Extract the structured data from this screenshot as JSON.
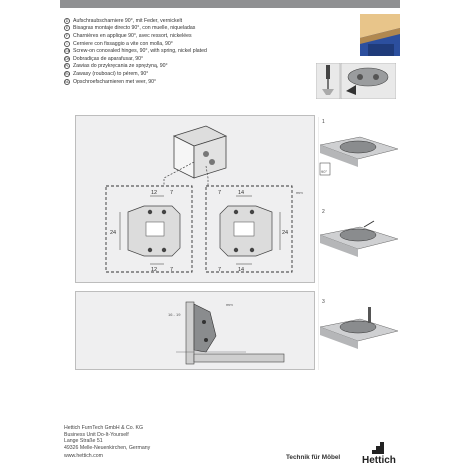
{
  "header": {
    "languages": [
      {
        "code": "D",
        "text": "Aufschraubscharniere 90°, mit Feder, vernickelt"
      },
      {
        "code": "E",
        "text": "Bisagras montaje directo 90°, con muelle, niqueladas"
      },
      {
        "code": "F",
        "text": "Charnières en applique 90°, avec ressort, nickelées"
      },
      {
        "code": "I",
        "text": "Cerniere con fissaggio a vite con molla, 90°"
      },
      {
        "code": "GB",
        "text": "Screw-on concealed hinges, 90°, with spring, nickel plated"
      },
      {
        "code": "DK",
        "text": "Dobradiças de aparafusar, 90°"
      },
      {
        "code": "PL",
        "text": "Zawias do przykręcania ze sprężyną, 90°"
      },
      {
        "code": "RU",
        "text": "Zawasy (rouboaci) to pérem, 90°"
      },
      {
        "code": "NL",
        "text": "Opschroefscharnieren met veer, 90°"
      }
    ]
  },
  "diagram": {
    "unit": "mm",
    "dims": {
      "d12a": "12",
      "d7a": "7",
      "d24a": "24",
      "d12b": "12",
      "d7b": "7",
      "d7c": "7",
      "d14a": "14",
      "d24b": "24",
      "d14b": "14",
      "d7d": "7"
    },
    "side_labels": [
      "16 - 19",
      "mm"
    ],
    "rotation_label": "90°",
    "steps": [
      "1",
      "2",
      "3"
    ]
  },
  "footer": {
    "address_lines": [
      "Hettich FurnTech GmbH & Co. KG",
      "Business Unit Do-It-Yourself",
      "Lange Straße 51",
      "49326 Melle-Neuenkirchen, Germany",
      "www.hettich.com"
    ],
    "slogan": "Technik für Möbel",
    "brand": "Hettich"
  },
  "colors": {
    "topbar": "#8f9092",
    "panel_bg": "#efeff0",
    "hinge_metal": "#8a8c8e"
  }
}
